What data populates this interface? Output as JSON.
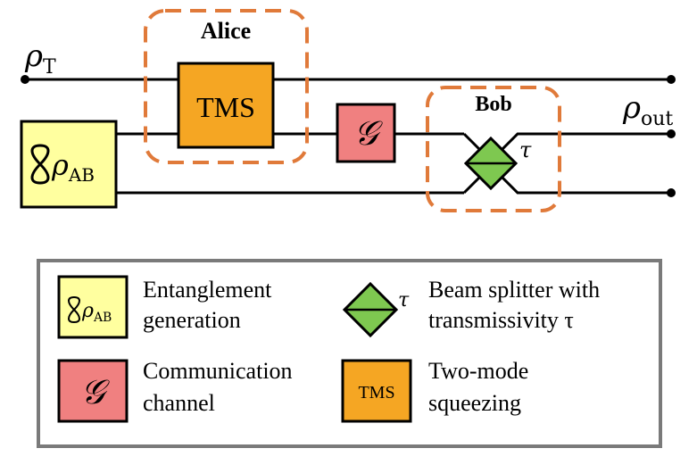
{
  "diagram": {
    "labels": {
      "rho_T_symbol": "ρ",
      "rho_T_sub": "T",
      "rho_out_symbol": "ρ",
      "rho_out_sub": "out",
      "rho_AB_symbol": "ρ",
      "rho_AB_sub": "AB",
      "alice": "Alice",
      "bob": "Bob",
      "tms": "TMS",
      "channel": "𝒢",
      "tau": "τ"
    },
    "colors": {
      "entanglement_box": "#ffff9f",
      "channel_box": "#f08080",
      "tms_box": "#f5a623",
      "beam_splitter": "#7ec850",
      "dashed_frame": "#e07a3a",
      "legend_border": "#7a7a7a"
    }
  },
  "legend": {
    "entanglement_line1": "Entanglement",
    "entanglement_line2": "generation",
    "beam_splitter_line1": "Beam splitter with",
    "beam_splitter_line2": "transmissivity τ",
    "channel_line1": "Communication",
    "channel_line2": "channel",
    "tms_line1": "Two-mode",
    "tms_line2": "squeezing"
  }
}
